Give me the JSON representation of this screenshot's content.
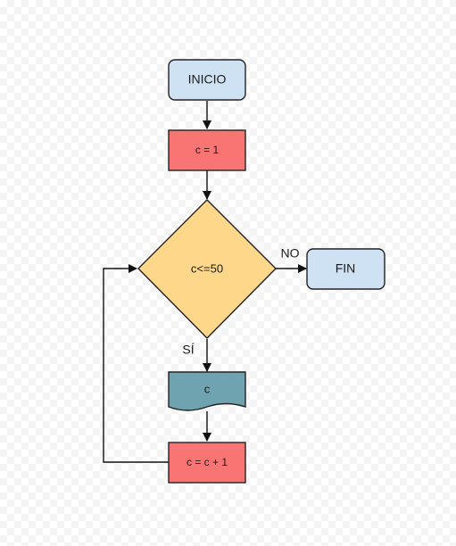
{
  "diagram": {
    "nodes": {
      "start": {
        "label": "INICIO",
        "color": "#cfe2f3"
      },
      "init": {
        "label": "c = 1",
        "color": "#f87574"
      },
      "decision": {
        "label": "c<=50",
        "color": "#ffd78a"
      },
      "end": {
        "label": "FIN",
        "color": "#cfe2f3"
      },
      "output": {
        "label": "c",
        "color": "#6fa3b0"
      },
      "increment": {
        "label": "c = c + 1",
        "color": "#f87574"
      }
    },
    "edge_labels": {
      "no": "NO",
      "yes": "SÍ"
    }
  }
}
